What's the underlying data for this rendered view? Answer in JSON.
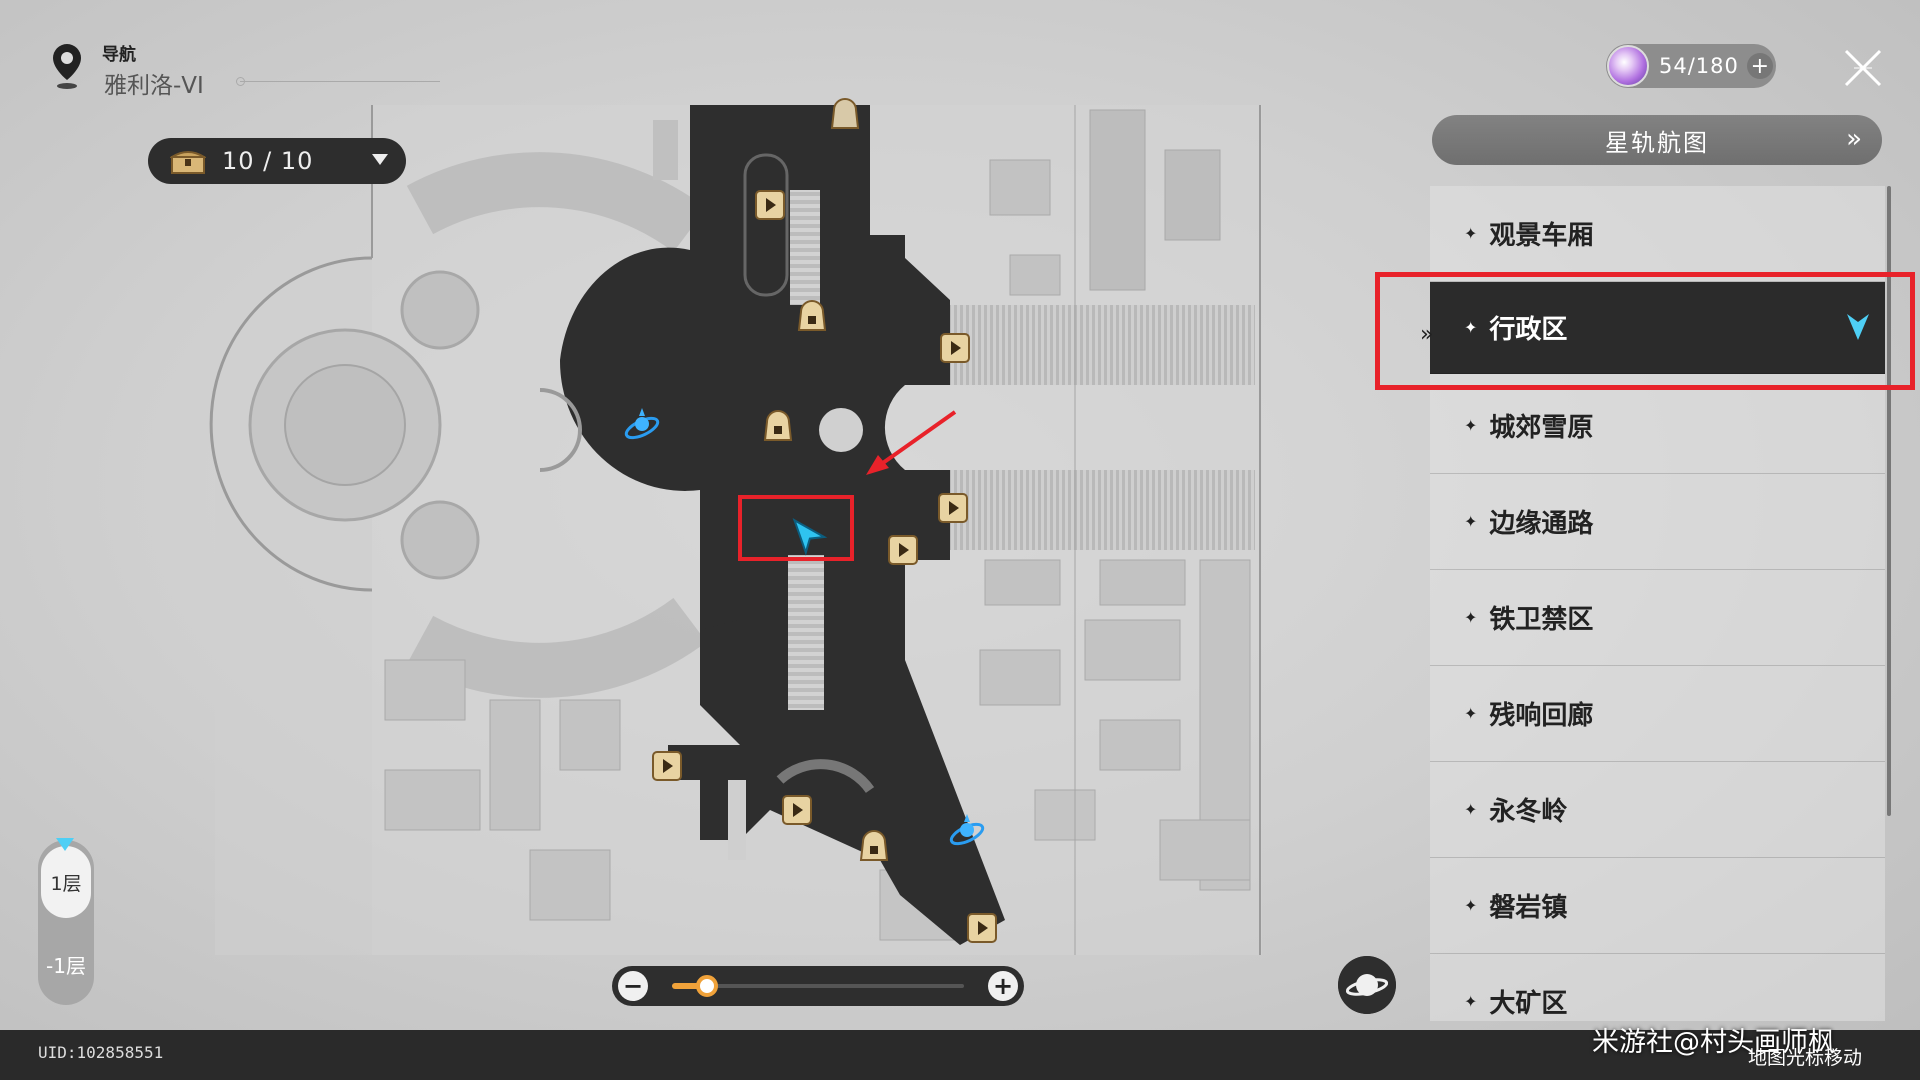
{
  "header": {
    "title": "导航",
    "subtitle": "雅利洛-VI"
  },
  "chest_counter": {
    "label": "10 / 10"
  },
  "trailblaze_power": {
    "value": "54/180"
  },
  "star_rail_map_button": {
    "label": "星轨航图"
  },
  "regions": [
    {
      "label": "观景车厢",
      "active": false
    },
    {
      "label": "行政区",
      "active": true
    },
    {
      "label": "城郊雪原",
      "active": false
    },
    {
      "label": "边缘通路",
      "active": false
    },
    {
      "label": "铁卫禁区",
      "active": false
    },
    {
      "label": "残响回廊",
      "active": false
    },
    {
      "label": "永冬岭",
      "active": false
    },
    {
      "label": "磐岩镇",
      "active": false
    },
    {
      "label": "大矿区",
      "active": false
    }
  ],
  "floors": {
    "upper": "1层",
    "lower": "-1层"
  },
  "zoom": {
    "level_fraction": 0.12
  },
  "footer": {
    "uid": "UID:102858551",
    "watermark": "米游社@村头画师枫",
    "hint": "地图光标移动"
  },
  "colors": {
    "highlight_red": "#e8222a",
    "accent_cyan": "#4ecff5",
    "active_panel": "#2b2b2b"
  }
}
